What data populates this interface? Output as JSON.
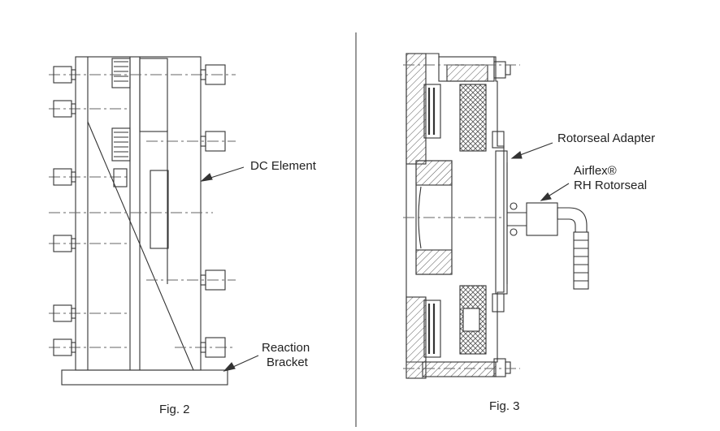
{
  "fig2": {
    "caption": "Fig. 2",
    "labels": {
      "dc_element": "DC Element",
      "reaction_bracket_line1": "Reaction",
      "reaction_bracket_line2": "Bracket"
    }
  },
  "fig3": {
    "caption": "Fig. 3",
    "labels": {
      "rotorseal_adapter": "Rotorseal Adapter",
      "airflex_line1": "Airflex®",
      "airflex_line2": "RH Rotorseal"
    }
  },
  "colors": {
    "line": "#333333",
    "hatch": "#555555",
    "text": "#222222"
  }
}
